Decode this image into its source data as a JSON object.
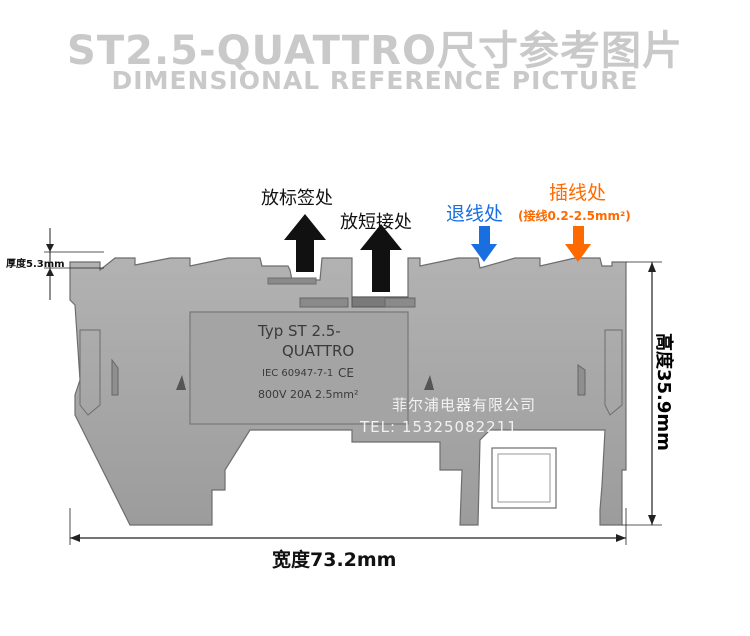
{
  "header": {
    "title": "ST2.5-QUATTRO尺寸参考图片",
    "subtitle": "DIMENSIONAL REFERENCE PICTURE"
  },
  "callouts": {
    "label_slot": "放标签处",
    "jumper_slot": "放短接处",
    "release": "退线处",
    "insert": "插线处",
    "insert_note": "(接线0.2-2.5mm²)"
  },
  "dimensions": {
    "thickness": "厚度5.3mm",
    "height": "高度35.9mm",
    "width": "宽度73.2mm"
  },
  "plate": {
    "line1": "Typ ST 2.5-",
    "line2": "QUATTRO",
    "line3": "IEC 60947-7-1",
    "ce": "CE",
    "line4": "800V  20A  2.5mm²"
  },
  "watermark": {
    "company": "菲尔浦电器有限公司",
    "tel": "TEL: 15325082211"
  },
  "colors": {
    "body_gray": "#a6a6a6",
    "arrow_blue": "#1a6fe0",
    "arrow_orange": "#ff6a00",
    "title_gray": "#c9c9c9"
  }
}
